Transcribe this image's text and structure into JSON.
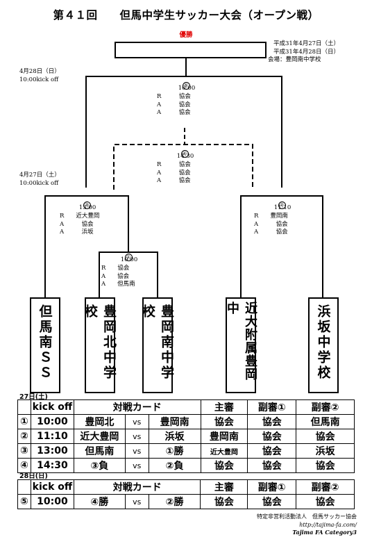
{
  "title": "第４１回　　但馬中学生サッカー大会（オープン戦）",
  "champion_label": "優勝",
  "dates": [
    "平成31年4月27日（土）",
    "平成31年4月28日（日）"
  ],
  "venue": "会場：豊岡南中学校",
  "day2_heading": [
    "4月28日（日）",
    "10:00kick off"
  ],
  "day1_heading": [
    "4月27日（土）",
    "10:00kick off"
  ],
  "matches": {
    "m5": {
      "no": "⑤",
      "time": "10:00",
      "refs": "R　　　協会\nA　　　協会\nA　　　協会"
    },
    "m4": {
      "no": "④",
      "time": "14:30",
      "refs": "R　　　協会\nA　　　協会\nA　　　協会"
    },
    "m3": {
      "no": "③",
      "time": "13:00",
      "refs": "R　　近大豊岡\nA　　　協会\nA　　　浜坂"
    },
    "m2": {
      "no": "②",
      "time": "11:10",
      "refs": "R　　豊岡南\nA　　　協会\nA　　　協会"
    },
    "m1": {
      "no": "①",
      "time": "10:00",
      "refs": "R　　協会\nA　　協会\nA　　但馬南"
    }
  },
  "teams": [
    "但馬南ＳＳ",
    "豊岡北中学校",
    "豊岡南中学校",
    "近大附属豊岡中",
    "浜坂中学校"
  ],
  "schedule_day1": {
    "label": "27日(土)",
    "headers": [
      "kick off",
      "対戦カード",
      "主審",
      "副審①",
      "副審②"
    ],
    "rows": [
      {
        "no": "①",
        "time": "10:00",
        "a": "豊岡北",
        "vs": "vs",
        "b": "豊岡南",
        "r": "協会",
        "a1": "協会",
        "a2": "但馬南"
      },
      {
        "no": "②",
        "time": "11:10",
        "a": "近大豊岡",
        "vs": "vs",
        "b": "浜坂",
        "r": "豊岡南",
        "a1": "協会",
        "a2": "協会"
      },
      {
        "no": "③",
        "time": "13:00",
        "a": "但馬南",
        "vs": "vs",
        "b": "①勝",
        "r": "近大豊岡",
        "a1": "協会",
        "a2": "浜坂"
      },
      {
        "no": "④",
        "time": "14:30",
        "a": "③負",
        "vs": "vs",
        "b": "②負",
        "r": "協会",
        "a1": "協会",
        "a2": "協会"
      }
    ]
  },
  "schedule_day2": {
    "label": "28日(日)",
    "headers": [
      "kick off",
      "対戦カード",
      "主審",
      "副審①",
      "副審②"
    ],
    "rows": [
      {
        "no": "⑤",
        "time": "10:00",
        "a": "④勝",
        "vs": "vs",
        "b": "②勝",
        "r": "協会",
        "a1": "協会",
        "a2": "協会"
      }
    ]
  },
  "footer": [
    "特定非営利活動法人　但馬サッカー協会",
    "http://tajima-fa.com/",
    "Tajima FA Category3"
  ]
}
